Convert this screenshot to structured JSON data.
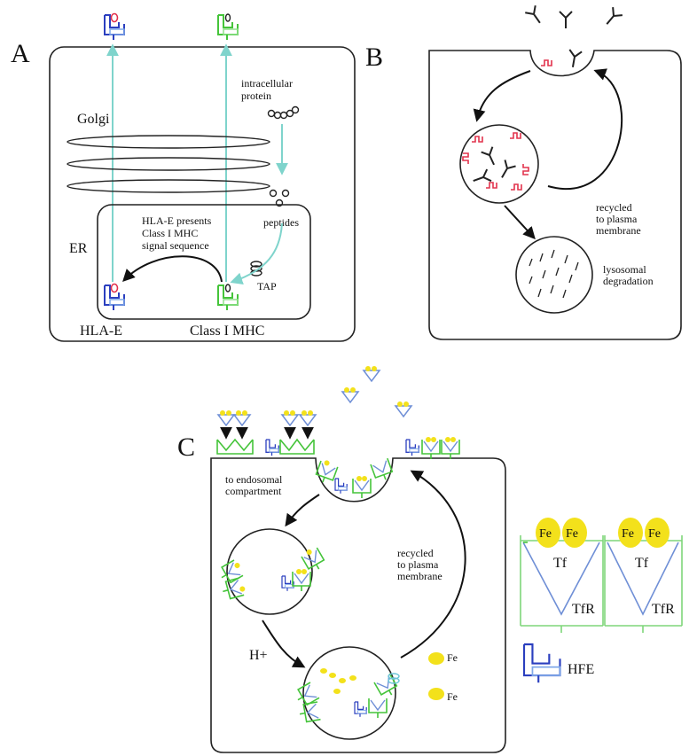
{
  "colors": {
    "outline": "#222222",
    "arrow_teal": "#7fd4cc",
    "hla_blue": "#2b3fbf",
    "mhc_green": "#45c43a",
    "peptide_red": "#e2334d",
    "fe_yellow": "#f3e11b",
    "tf_blue": "#6f8fd6",
    "tfr_green": "#7fd67a"
  },
  "panel_a": {
    "letter": "A",
    "golgi": "Golgi",
    "er": "ER",
    "intracellular_protein": [
      "intracellular",
      "protein"
    ],
    "peptides": "peptides",
    "tap": "TAP",
    "hla_e_note": [
      "HLA-E presents",
      "Class I MHC",
      "signal sequence"
    ],
    "hla_e": "HLA-E",
    "class_i_mhc": "Class I MHC"
  },
  "panel_b": {
    "letter": "B",
    "recycled": [
      "recycled",
      "to plasma",
      "membrane"
    ],
    "lysosomal": [
      "lysosomal",
      "degradation"
    ]
  },
  "panel_c": {
    "letter": "C",
    "endosomal": [
      "to endosomal",
      "compartment"
    ],
    "recycled": [
      "recycled",
      "to plasma",
      "membrane"
    ],
    "h_plus": "H+",
    "fe_1": "Fe",
    "fe_2": "Fe"
  },
  "legend": {
    "fe_labels": [
      "Fe",
      "Fe",
      "Fe",
      "Fe"
    ],
    "tf": "Tf",
    "tfr": "TfR",
    "hfe": "HFE"
  }
}
